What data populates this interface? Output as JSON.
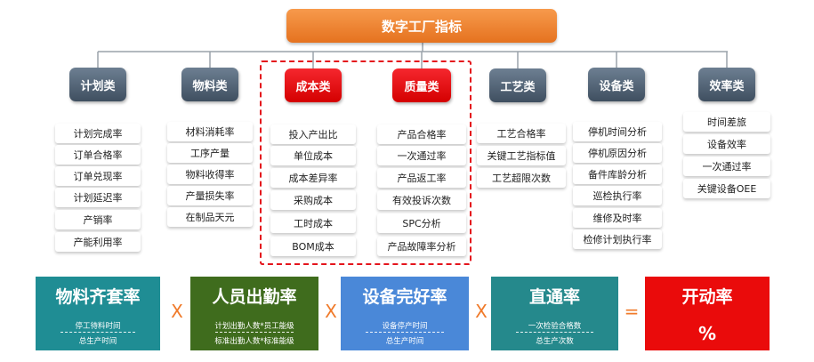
{
  "title": "数字工厂指标",
  "categories": [
    {
      "label": "计划类",
      "items": [
        "计划完成率",
        "订单合格率",
        "订单兑现率",
        "计划延迟率",
        "产销率",
        "产能利用率"
      ]
    },
    {
      "label": "物料类",
      "items": [
        "材料消耗率",
        "工序产量",
        "物料收得率",
        "产量损失率",
        "在制品天元"
      ]
    },
    {
      "label": "成本类",
      "items": [
        "投入产出比",
        "单位成本",
        "成本差异率",
        "采购成本",
        "工时成本",
        "BOM成本"
      ]
    },
    {
      "label": "质量类",
      "items": [
        "产品合格率",
        "一次通过率",
        "产品返工率",
        "有效投诉次数",
        "SPC分析",
        "产品故障率分析"
      ]
    },
    {
      "label": "工艺类",
      "items": [
        "工艺合格率",
        "关键工艺指标值",
        "工艺超限次数"
      ]
    },
    {
      "label": "设备类",
      "items": [
        "停机时间分析",
        "停机原因分析",
        "备件库龄分析",
        "巡检执行率",
        "维修及时率",
        "检修计划执行率"
      ]
    },
    {
      "label": "效率类",
      "items": [
        "时间差旅",
        "设备效率",
        "一次通过率",
        "关键设备OEE"
      ]
    }
  ],
  "formula": {
    "terms": [
      {
        "title": "物料齐套率",
        "numerator": "停工待料时间",
        "denominator": "总生产时间",
        "color": "#1f8d94"
      },
      {
        "title": "人员出勤率",
        "numerator": "计划出勤人数*员工能级",
        "denominator": "标准出勤人数*标准能级",
        "color": "#3f6c1d"
      },
      {
        "title": "设备完好率",
        "numerator": "设备停产时间",
        "denominator": "总生产时间",
        "color": "#4a88d8"
      },
      {
        "title": "直通率",
        "numerator": "一次检验合格数",
        "denominator": "总生产次数",
        "color": "#25898c"
      }
    ],
    "operators": [
      "X",
      "X",
      "X",
      "="
    ],
    "result": {
      "title": "开动率",
      "value": "%",
      "color": "#ea0b0b"
    }
  }
}
